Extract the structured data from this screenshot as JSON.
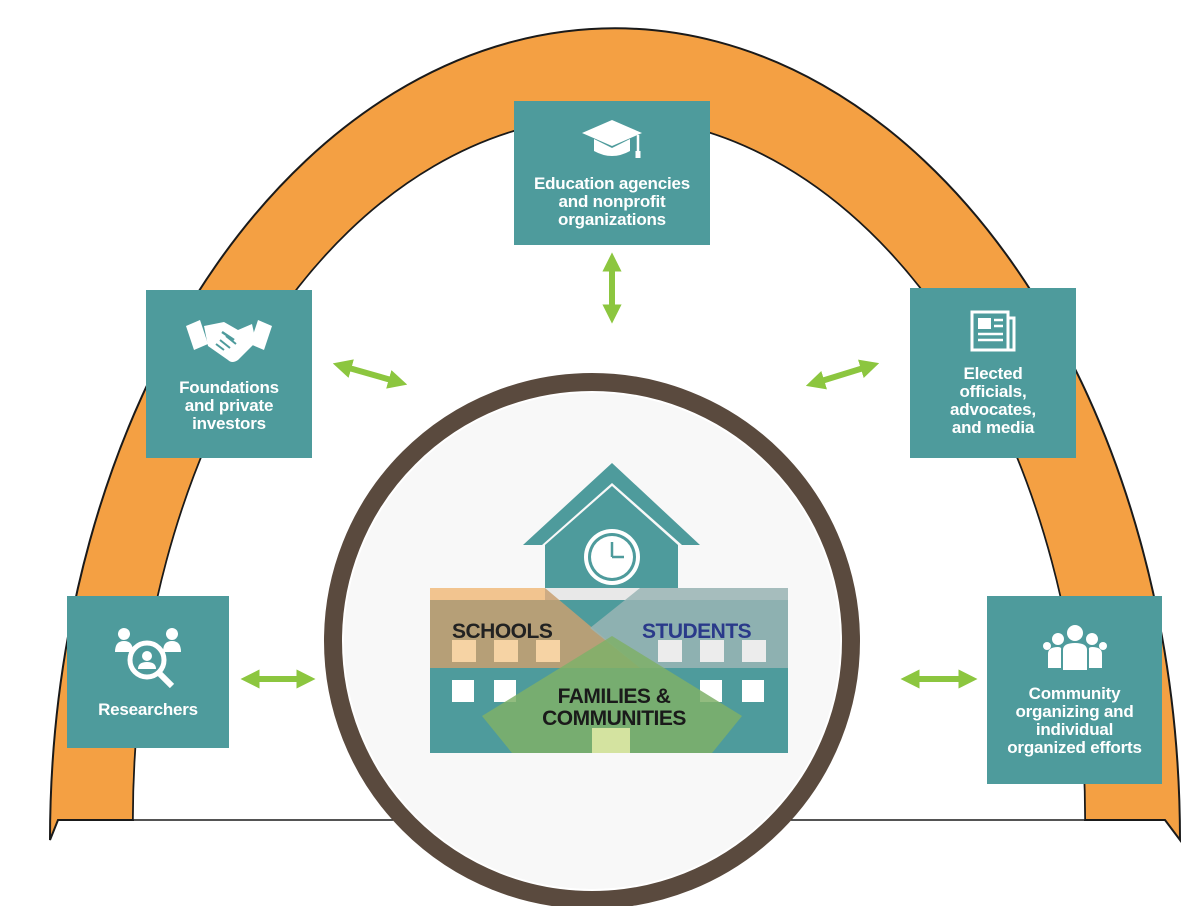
{
  "title": "Cross-sector Collaborations",
  "colors": {
    "arch": "#f4a043",
    "teal": "#4e9b9c",
    "ring": "#5a4a3e",
    "arrow": "#8cc63f",
    "schools": "#c9a071",
    "students": "#9ab5b5",
    "families": "#7fb069",
    "schools_text": "#222222",
    "students_text": "#2a3a8a"
  },
  "nodes": {
    "education": {
      "label": "Education agencies\nand nonprofit\norganizations",
      "icon": "graduation-cap-icon"
    },
    "foundations": {
      "label": "Foundations\nand private\ninvestors",
      "icon": "handshake-icon"
    },
    "elected": {
      "label": "Elected\nofficials,\nadvocates,\nand media",
      "icon": "newspaper-icon"
    },
    "researchers": {
      "label": "Researchers",
      "icon": "research-magnifier-icon"
    },
    "community": {
      "label": "Community\norganizing and\nindividual\norganized efforts",
      "icon": "people-group-icon"
    }
  },
  "center": {
    "schools": "SCHOOLS",
    "students": "STUDENTS",
    "families": "FAMILIES &\nCOMMUNITIES",
    "icon": "school-building-icon"
  }
}
